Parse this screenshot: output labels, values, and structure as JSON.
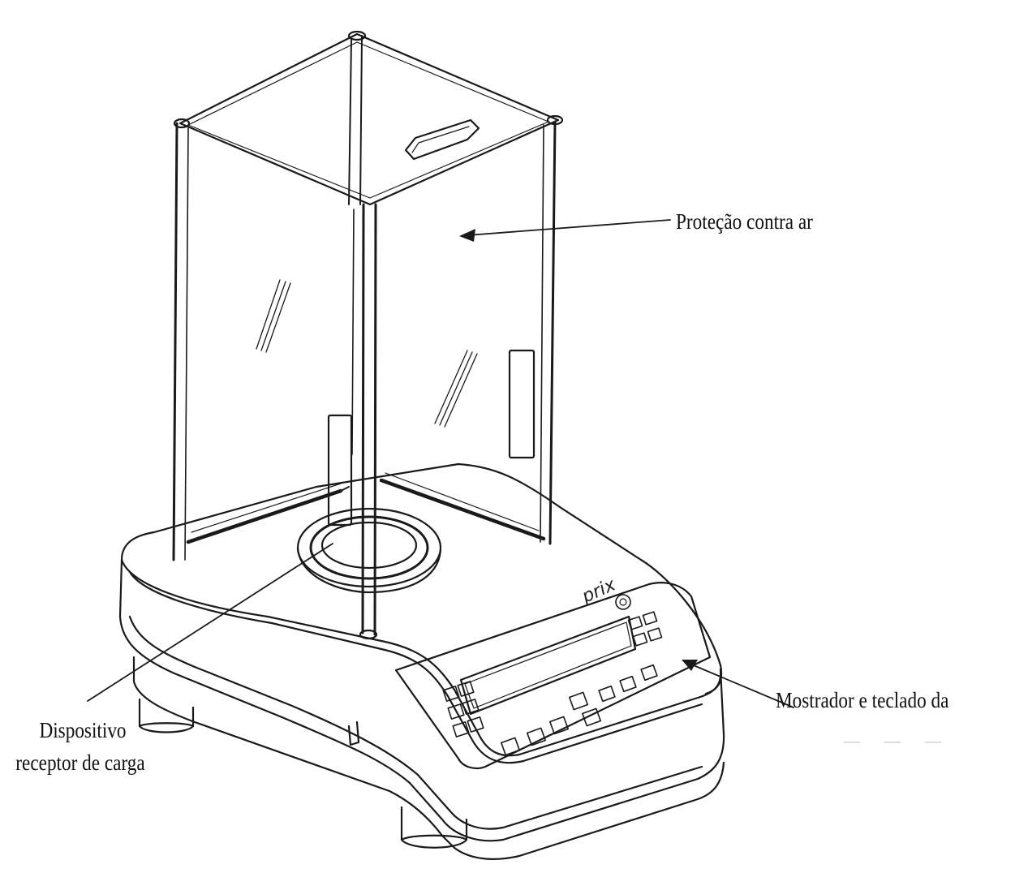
{
  "labels": {
    "air_protection": "Proteção contra ar",
    "display_keypad": "Mostrador e teclado da",
    "receiver_line1": "Dispositivo",
    "receiver_line2": "receptor de carga"
  },
  "brand": "prix",
  "colors": {
    "line": "#1a1a1a",
    "background": "#ffffff"
  }
}
